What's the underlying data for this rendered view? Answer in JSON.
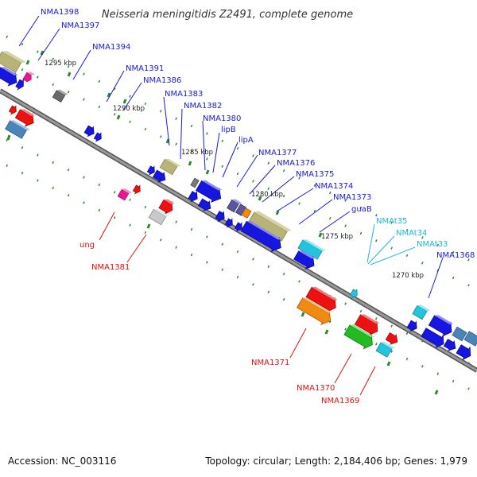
{
  "title": "Neisseria meningitidis Z2491, complete genome",
  "footer": {
    "accession": "Accession: NC_003116",
    "summary": "Topology: circular; Length: 2,184,406 bp; Genes: 1,979"
  },
  "colors": {
    "blue": "#1616e0",
    "red": "#ee1111",
    "cyan": "#22c4de",
    "orange": "#f08a10",
    "green": "#22bb22",
    "olive": "#b8b478",
    "magenta": "#e81890",
    "gray": "#9a9a9a",
    "purple": "#5a56a0",
    "steel": "#4a84b8",
    "backbone": "#8a8a8a",
    "tick": "#2a8a2a"
  },
  "scale_labels": [
    "1295 kbp",
    "1290 kbp",
    "1285 kbp",
    "1280 kbp",
    "1275 kbp",
    "1270 kbp"
  ],
  "labels_blue": [
    "NMA1398",
    "NMA1397",
    "NMA1394",
    "NMA1391",
    "NMA1386",
    "NMA1383",
    "NMA1382",
    "NMA1380",
    "lipB",
    "lipA",
    "NMA1377",
    "NMA1376",
    "NMA1375",
    "NMA1374",
    "NMA1373",
    "guaB",
    "NMA1368"
  ],
  "labels_cyan": [
    "NMAt35",
    "NMAt34",
    "NMAt33"
  ],
  "labels_red": [
    "ung",
    "NMA1381",
    "NMA1371",
    "NMA1370",
    "NMA1369"
  ]
}
